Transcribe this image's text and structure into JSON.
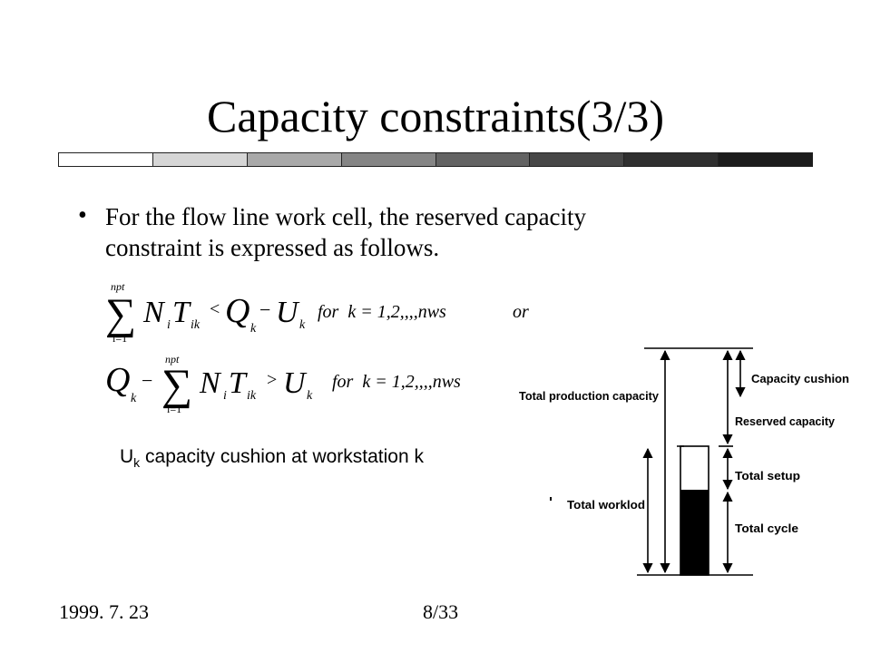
{
  "slide": {
    "title": "Capacity constraints(3/3)",
    "bullet_text": "For the flow line work cell, the reserved capacity constraint is expressed as follows.",
    "cushion_var": "U",
    "cushion_sub": "k",
    "cushion_desc": "capacity cushion at workstation k",
    "date": "1999. 7. 23",
    "page": "8/33"
  },
  "title_bar_colors": [
    "#ffffff",
    "#d6d6d6",
    "#a9a9a9",
    "#858585",
    "#636363",
    "#474747",
    "#2f2f2f",
    "#1c1c1c",
    "#0a0a0a"
  ],
  "equations": {
    "eq1_upper": "npt",
    "eq1_lower": "i=1",
    "eq1_sum": "∑",
    "eq1_lhs_n": "N",
    "eq1_lhs_i": "i",
    "eq1_lhs_t": "T",
    "eq1_lhs_ik": "ik",
    "eq1_op": "<",
    "eq1_q": "Q",
    "eq1_qk": "k",
    "eq1_minus": "−",
    "eq1_u": "U",
    "eq1_uk": "k",
    "eq1_cond": "for  k = 1,2,,,,nws",
    "eq1_or": "or",
    "eq2_q": "Q",
    "eq2_qk": "k",
    "eq2_minus": "−",
    "eq2_upper": "npt",
    "eq2_lower": "i=1",
    "eq2_sum": "∑",
    "eq2_n": "N",
    "eq2_i": "i",
    "eq2_t": "T",
    "eq2_ik": "ik",
    "eq2_op": ">",
    "eq2_u": "U",
    "eq2_uk": "k",
    "eq2_cond": "for  k = 1,2,,,,nws"
  },
  "diagram": {
    "total_production_capacity": "Total production capacity",
    "capacity_cushion": "Capacity cushion",
    "reserved_capacity": "Reserved capacity",
    "total_setup": "Total setup",
    "total_worklod": "Total worklod",
    "total_cycle": "Total cycle"
  }
}
